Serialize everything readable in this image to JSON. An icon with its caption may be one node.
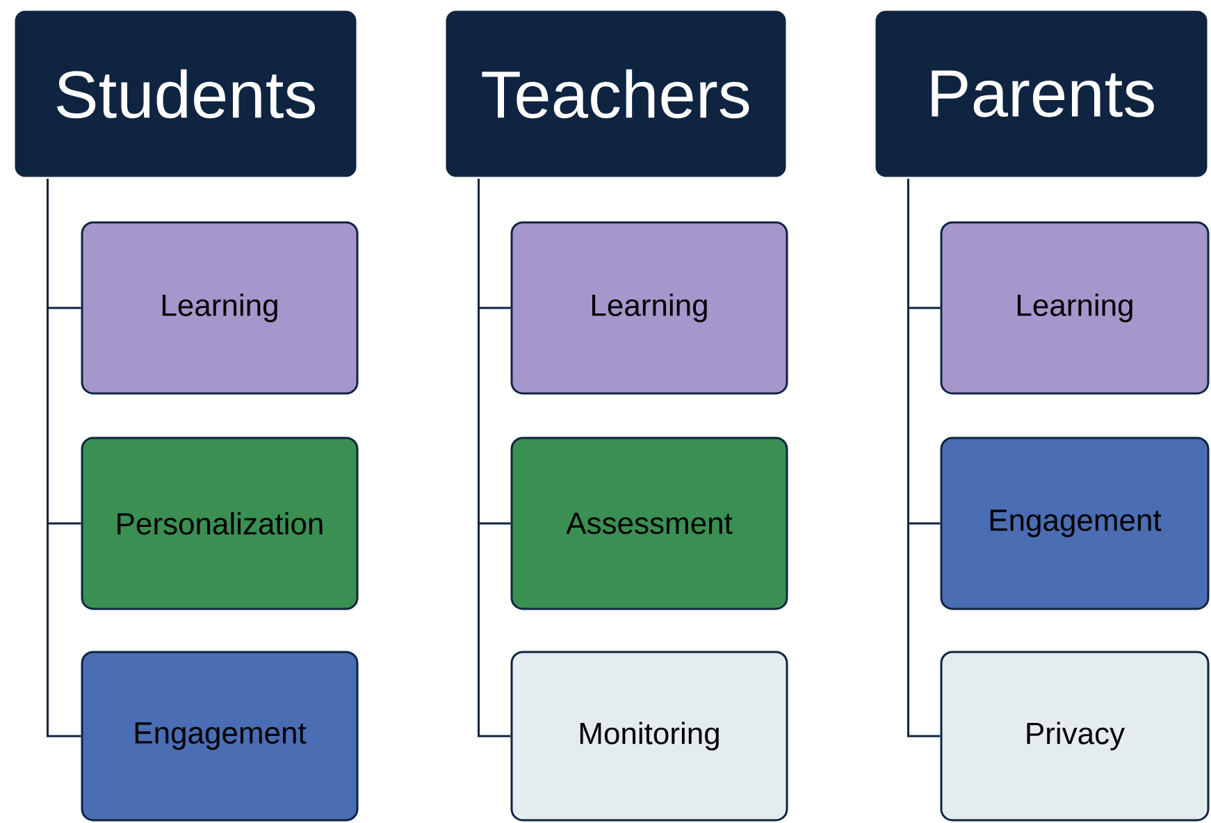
{
  "diagram": {
    "nodes": [
      {
        "text": [
          "Students"
        ]
      },
      {
        "text": [
          "Learning"
        ]
      },
      {
        "text": [
          "Personalization"
        ]
      },
      {
        "text": [
          "Engagement"
        ]
      },
      {
        "text": [
          "Teachers"
        ]
      },
      {
        "text": [
          "Learning"
        ]
      },
      {
        "text": [
          "Assessment"
        ]
      },
      {
        "text": [
          "Monitoring"
        ]
      },
      {
        "text": [
          "Parents"
        ]
      },
      {
        "text": [
          "Learning"
        ]
      },
      {
        "text": [
          "Engagement"
        ]
      },
      {
        "text": [
          "Privacy"
        ]
      }
    ],
    "edges": [
      {
        "from": 0,
        "to": 1,
        "arrow": "none"
      },
      {
        "from": 0,
        "to": 2,
        "arrow": "none"
      },
      {
        "from": 0,
        "to": 3,
        "arrow": "none"
      },
      {
        "from": 4,
        "to": 5,
        "arrow": "none"
      },
      {
        "from": 4,
        "to": 6,
        "arrow": "none"
      },
      {
        "from": 4,
        "to": 7,
        "arrow": "none"
      },
      {
        "from": 8,
        "to": 9,
        "arrow": "none"
      },
      {
        "from": 8,
        "to": 10,
        "arrow": "none"
      },
      {
        "from": 8,
        "to": 11,
        "arrow": "none"
      }
    ]
  }
}
